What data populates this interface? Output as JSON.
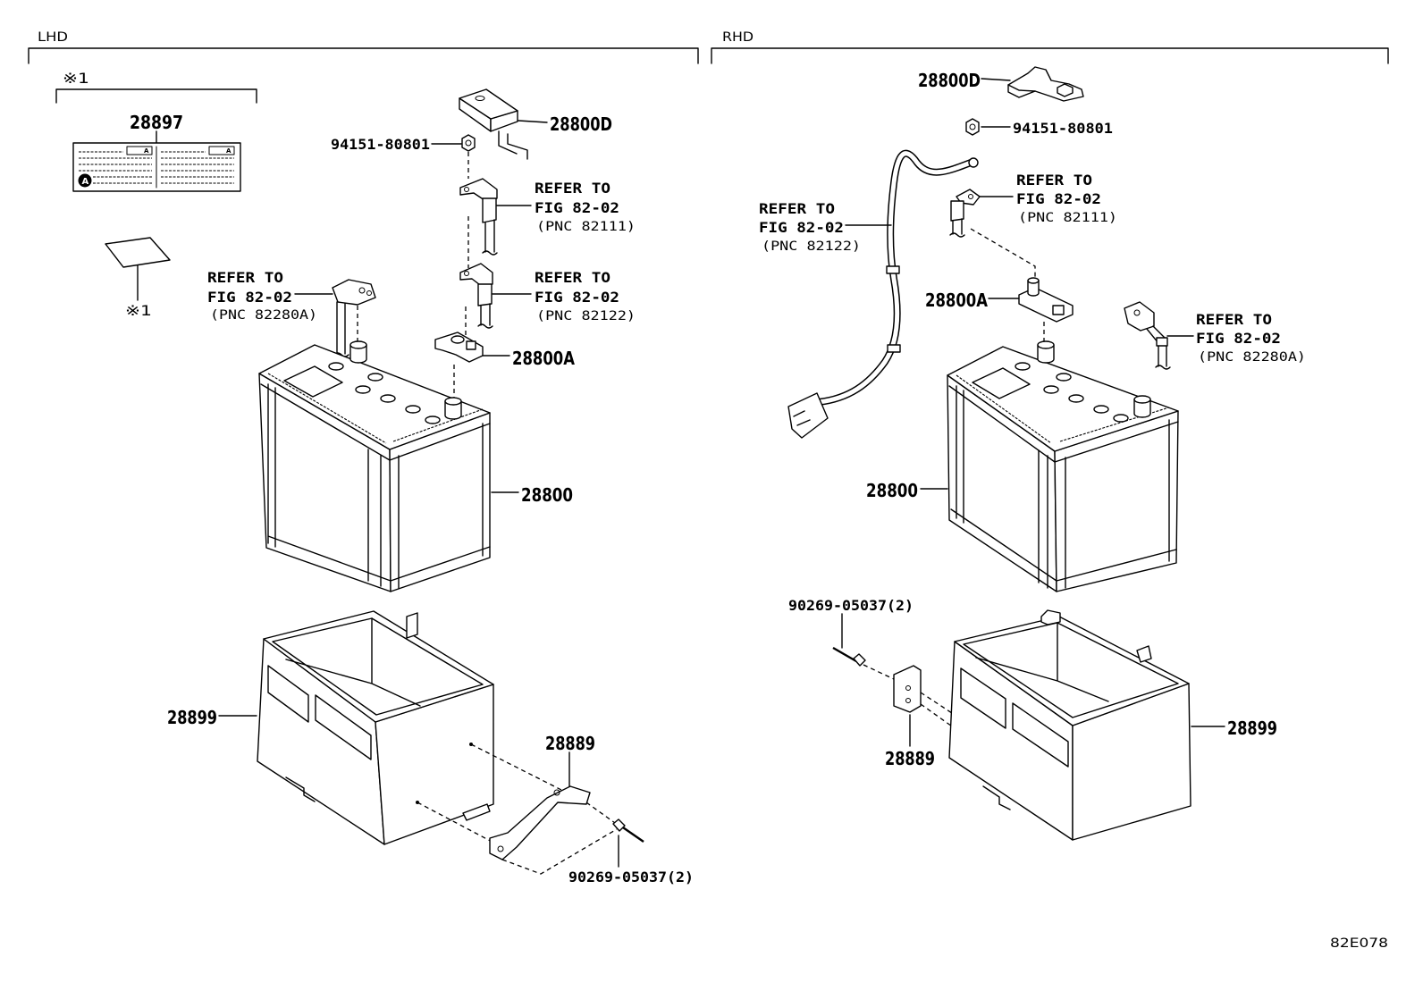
{
  "lhd": {
    "title": "LHD",
    "note_marker": "※1",
    "caution_label": {
      "part_no": "28897",
      "mark": "A"
    },
    "small_label": {
      "marker": "※1"
    },
    "terminal_cover": {
      "part_no": "28800D"
    },
    "nut": {
      "part_no": "94151-80801"
    },
    "ref_82111": {
      "line1": "REFER TO",
      "line2": "FIG 82-02",
      "line3": "(PNC 82111)"
    },
    "ref_82280a": {
      "line1": "REFER TO",
      "line2": "FIG 82-02",
      "line3": "(PNC 82280A)"
    },
    "ref_82122": {
      "line1": "REFER TO",
      "line2": "FIG 82-02",
      "line3": "(PNC 82122)"
    },
    "terminal_clamp": {
      "part_no": "28800A"
    },
    "battery": {
      "part_no": "28800"
    },
    "tray": {
      "part_no": "28899"
    },
    "hold_down_clamp": {
      "part_no": "28889"
    },
    "bolt": {
      "part_no": "90269-05037(2)"
    }
  },
  "rhd": {
    "title": "RHD",
    "terminal_cover": {
      "part_no": "28800D"
    },
    "nut": {
      "part_no": "94151-80801"
    },
    "ref_82111": {
      "line1": "REFER TO",
      "line2": "FIG 82-02",
      "line3": "(PNC 82111)"
    },
    "ref_82122": {
      "line1": "REFER TO",
      "line2": "FIG 82-02",
      "line3": "(PNC 82122)"
    },
    "ref_82280a": {
      "line1": "REFER TO",
      "line2": "FIG 82-02",
      "line3": "(PNC 82280A)"
    },
    "terminal_clamp": {
      "part_no": "28800A"
    },
    "battery": {
      "part_no": "28800"
    },
    "tray": {
      "part_no": "28899"
    },
    "hold_down_clamp": {
      "part_no": "28889"
    },
    "bolt": {
      "part_no": "90269-05037(2)"
    }
  },
  "figure_code": "82E078",
  "colors": {
    "line": "#000000",
    "background": "#ffffff"
  }
}
